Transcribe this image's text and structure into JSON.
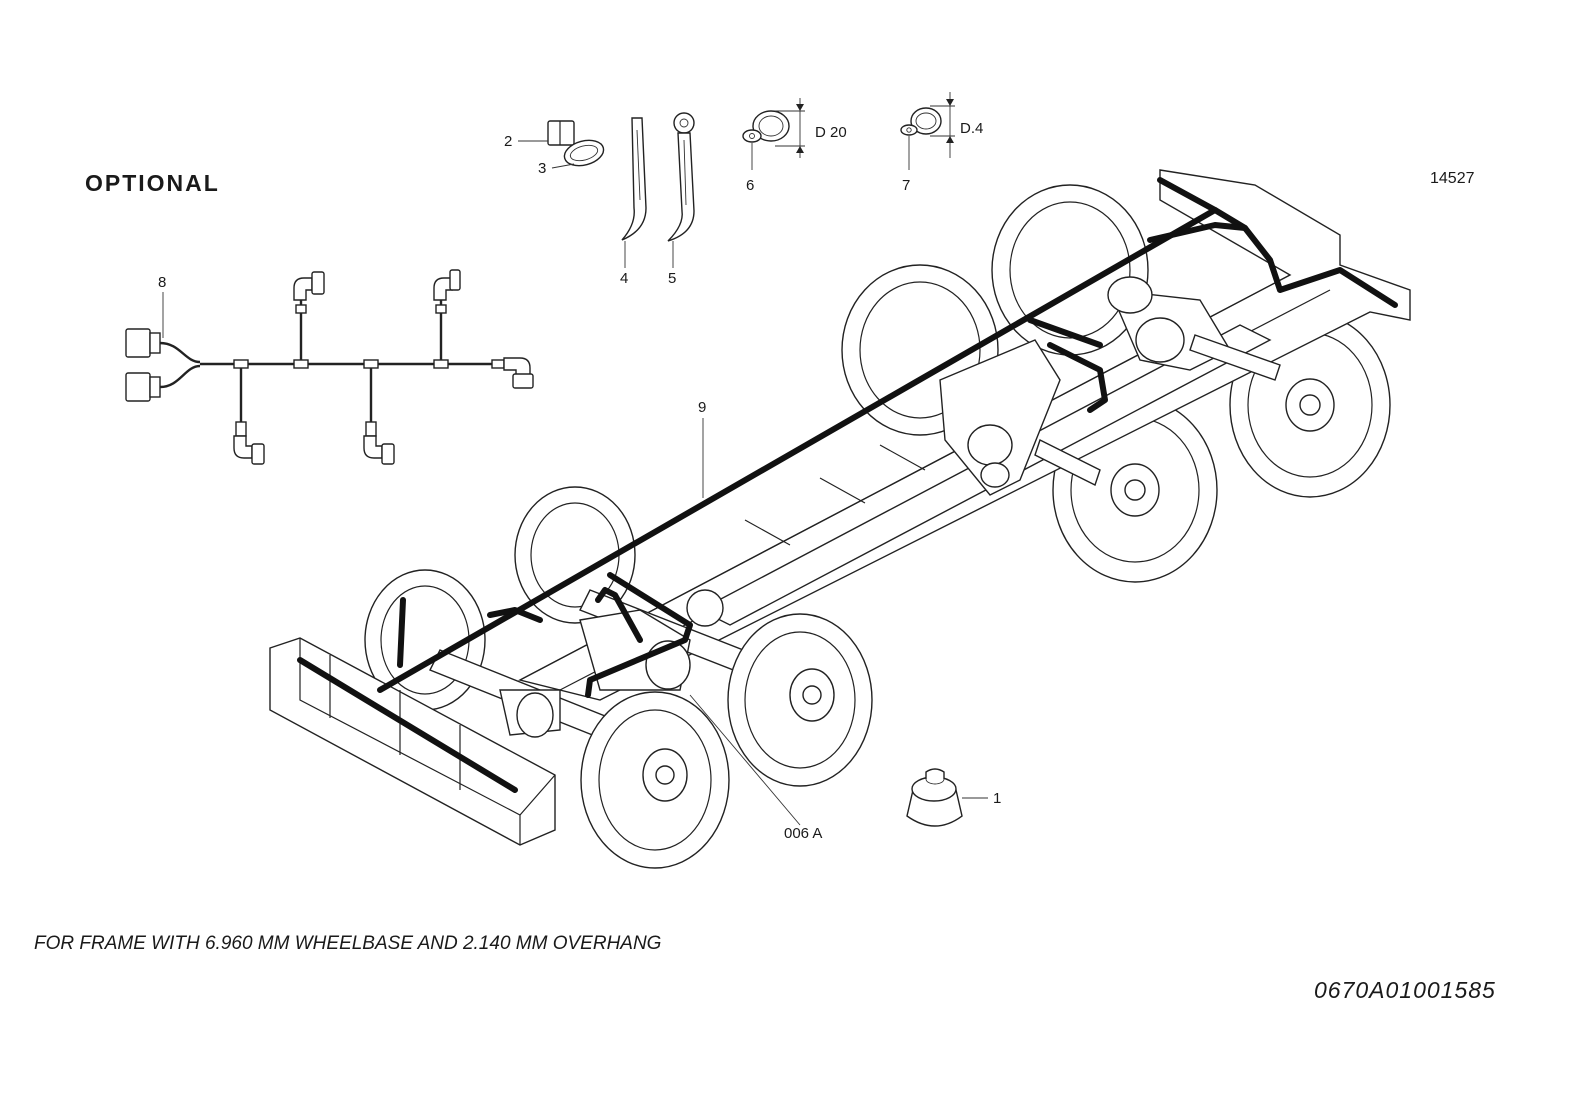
{
  "header": {
    "optional_label": "OPTIONAL",
    "reference_number": "14527"
  },
  "callouts": {
    "c1": "1",
    "c2": "2",
    "c3": "3",
    "c4": "4",
    "c5": "5",
    "c6": "6",
    "c7": "7",
    "c8": "8",
    "c9": "9",
    "c006a": "006 A"
  },
  "dimensions": {
    "clamp_6": "D 20",
    "clamp_7": "D.4"
  },
  "footer": {
    "caption": "FOR FRAME WITH 6.960 MM WHEELBASE AND 2.140 MM OVERHANG",
    "document_number": "0670A01001585"
  }
}
